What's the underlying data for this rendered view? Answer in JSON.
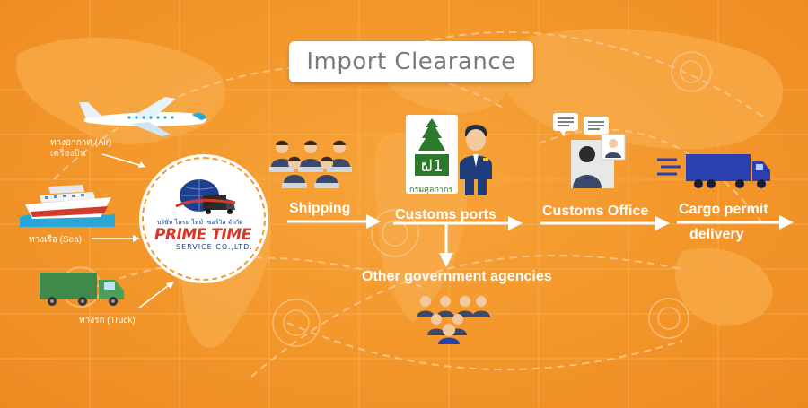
{
  "title": "Import Clearance",
  "transport": {
    "air": {
      "label": "ทางอากาศ (Air)",
      "label2": "เครื่องบิน"
    },
    "sea": {
      "label": "ทางเรือ (Sea)"
    },
    "truck": {
      "label": "ทางรถ (Truck)"
    }
  },
  "logo": {
    "thai_name": "บริษัท ไพรม ไทม์ เซอร์วิส จำกัด",
    "main": "PRIME TIME",
    "sub": "SERVICE CO.,LTD."
  },
  "department_logo_text": "กรมศุลกากร",
  "steps": {
    "shipping": "Shipping",
    "customs_ports": "Customs ports",
    "customs_office": "Customs Office",
    "cargo_permit": "Cargo permit",
    "delivery": "delivery",
    "other_agencies": "Other government agencies"
  },
  "colors": {
    "background": "#f39a2b",
    "arrow": "#ffffff",
    "title_text": "#7a7a7a",
    "truck_blue": "#2a3fb0"
  },
  "icons": [
    "airplane-icon",
    "ship-icon",
    "truck-icon",
    "shipping-staff-icon",
    "customs-emblem-icon",
    "officer-icon",
    "customs-office-icon",
    "cargo-truck-icon",
    "agency-people-icon"
  ]
}
